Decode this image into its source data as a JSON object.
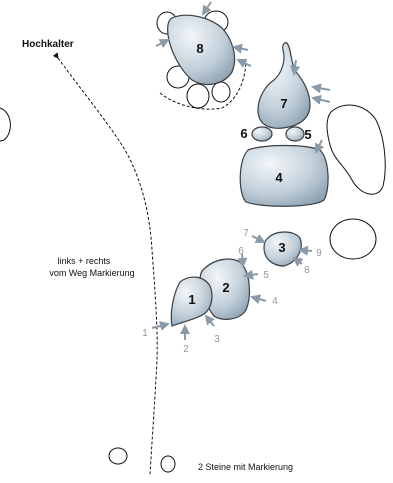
{
  "labels": {
    "peak": "Hochkalter",
    "marking_line1": "links + rechts",
    "marking_line2": "vom Weg Markierung",
    "stones": "2 Steine mit Markierung"
  },
  "boulders": [
    "1",
    "2",
    "3",
    "4",
    "5",
    "6",
    "7",
    "8"
  ],
  "problems": [
    "1",
    "2",
    "3",
    "4",
    "5",
    "6",
    "7",
    "8",
    "9"
  ],
  "colors": {
    "boulder_light": "#eef3f7",
    "boulder_dark": "#8fa3b3",
    "arrow": "#8a9aa8",
    "outline": "#3a3f44"
  }
}
